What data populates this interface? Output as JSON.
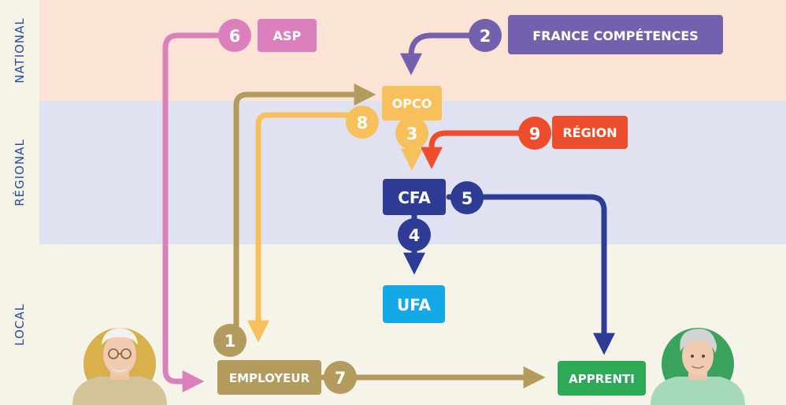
{
  "levels": {
    "national": "NATIONAL",
    "regional": "RÉGIONAL",
    "local": "LOCAL"
  },
  "nodes": {
    "asp": "ASP",
    "france_competences": "FRANCE COMPÉTENCES",
    "opco": "OPCO",
    "region": "RÉGION",
    "cfa": "CFA",
    "ufa": "UFA",
    "employeur": "EMPLOYEUR",
    "apprenti": "APPRENTI"
  },
  "steps": [
    "1",
    "2",
    "3",
    "4",
    "5",
    "6",
    "7",
    "8",
    "9"
  ],
  "colors": {
    "asp": "#dc80bd",
    "france_competences": "#7461ad",
    "opco": "#f8c05b",
    "region": "#ee4d2b",
    "cfa": "#2e3c96",
    "ufa": "#14a9e6",
    "employeur": "#b39b5e",
    "apprenti": "#2eaa57"
  }
}
